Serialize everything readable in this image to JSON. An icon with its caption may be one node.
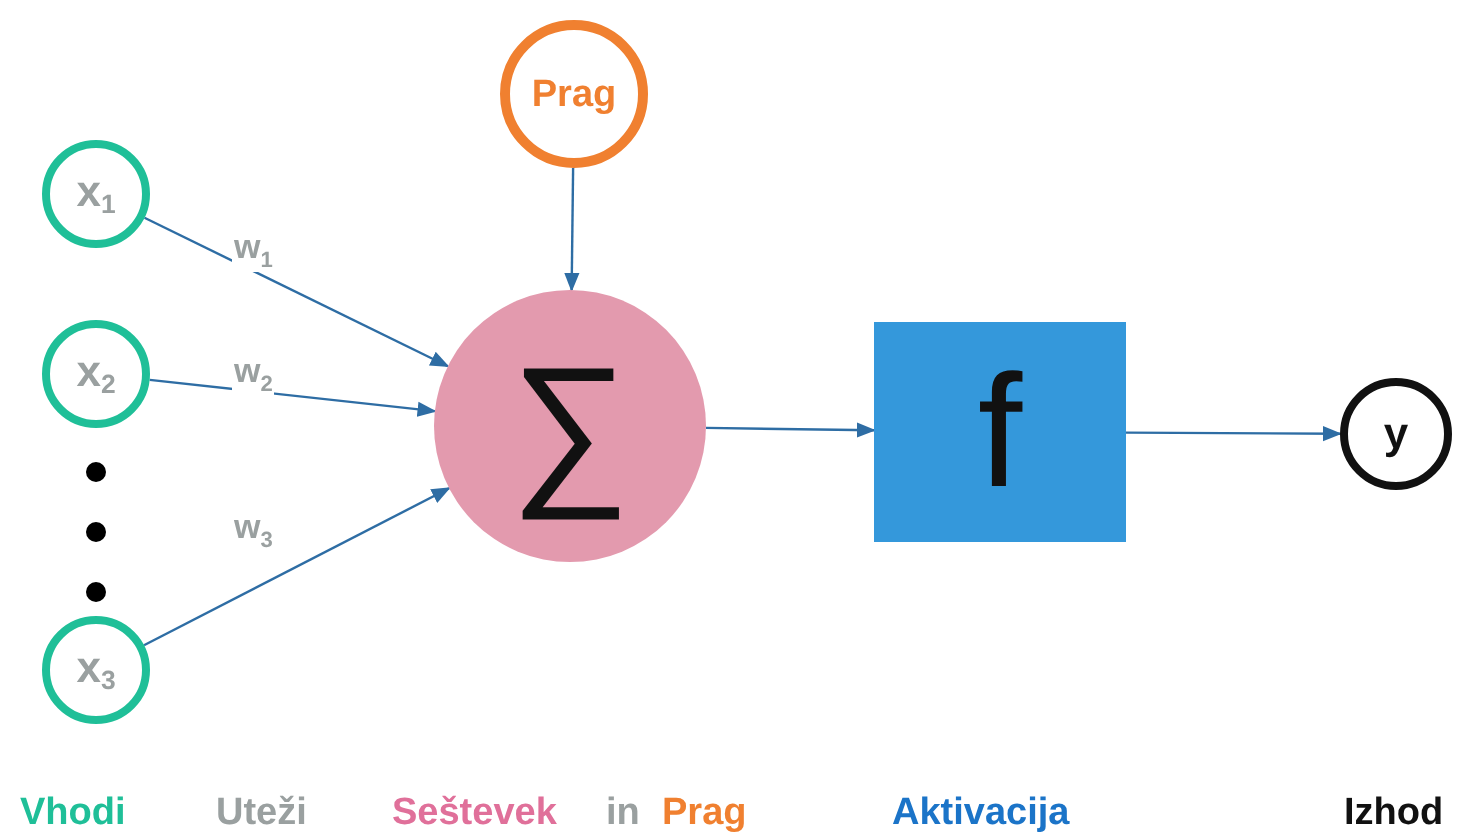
{
  "diagram": {
    "nodes": [
      {
        "text": [
          "x$_{1}$"
        ]
      },
      {
        "text": [
          "x$_{2}$"
        ]
      },
      {
        "text": [
          "x$_{3}$"
        ]
      },
      {
        "text": [
          "Prag"
        ]
      },
      {
        "text": [
          "∑"
        ]
      },
      {
        "text": [
          "f"
        ]
      },
      {
        "text": [
          "y"
        ]
      }
    ],
    "edges": [
      {
        "from": 0,
        "to": 4,
        "arrow": "to",
        "label": "w$_{1}$"
      },
      {
        "from": 1,
        "to": 4,
        "arrow": "to",
        "label": "w$_{2}$"
      },
      {
        "from": 2,
        "to": 4,
        "arrow": "to",
        "label": "w$_{3}$"
      },
      {
        "from": 3,
        "to": 4,
        "arrow": "to"
      },
      {
        "from": 4,
        "to": 5,
        "arrow": "to"
      },
      {
        "from": 5,
        "to": 6,
        "arrow": "to"
      }
    ],
    "labels": [
      "Vhodi",
      "Uteži",
      "Seštevek",
      "in",
      "Prag",
      "Aktivacija",
      "Izhod"
    ]
  }
}
